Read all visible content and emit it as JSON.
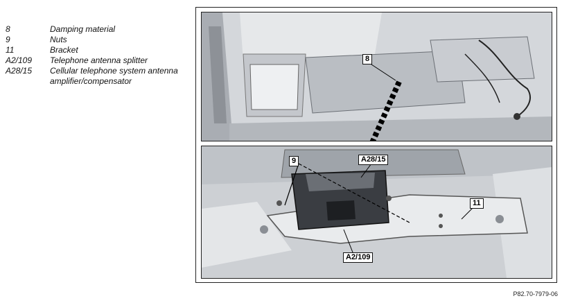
{
  "legend": [
    {
      "code": "8",
      "desc": "Damping material"
    },
    {
      "code": "9",
      "desc": "Nuts"
    },
    {
      "code": "11",
      "desc": "Bracket"
    },
    {
      "code": "A2/109",
      "desc": "Telephone antenna splitter"
    },
    {
      "code": "A28/15",
      "desc": "Cellular telephone system antenna amplifier/compensator"
    }
  ],
  "callouts": {
    "damping": "8",
    "nuts": "9",
    "amplifier": "A28/15",
    "bracket": "11",
    "splitter": "A2/109"
  },
  "figure_ref": "P82.70-7979-06"
}
